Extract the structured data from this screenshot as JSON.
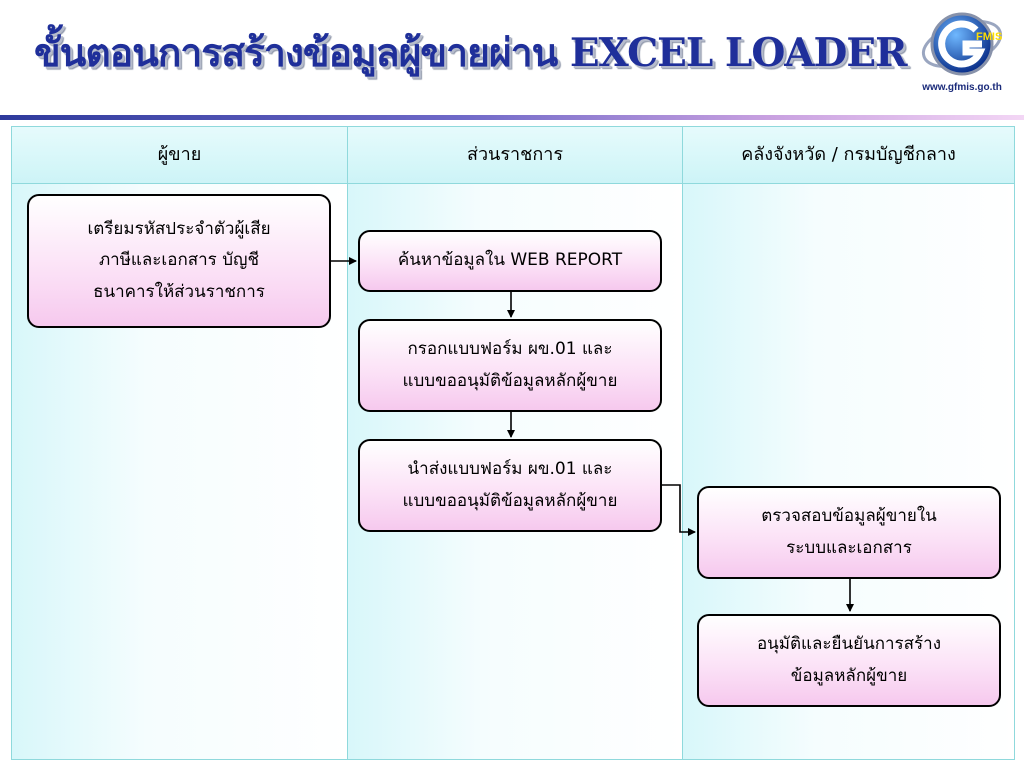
{
  "slide": {
    "title": "ขั้นตอนการสร้างข้อมูลผู้ขายผ่าน EXCEL LOADER",
    "logo_text": "FMIS",
    "logo_url": "www.gfmis.go.th"
  },
  "lanes": [
    {
      "label": "ผู้ขาย"
    },
    {
      "label": "ส่วนราชการ"
    },
    {
      "label": "คลังจังหวัด / กรมบัญชีกลาง"
    }
  ],
  "steps": {
    "prepare": "เตรียมรหัสประจำตัวผู้เสีย\nภาษีและเอกสาร บัญชี\nธนาคารให้ส่วนราชการ",
    "search": "ค้นหาข้อมูลใน WEB REPORT",
    "fill_form": "กรอกแบบฟอร์ม ผข.01 และ\nแบบขออนุมัติข้อมูลหลักผู้ขาย",
    "submit_form": "นำส่งแบบฟอร์ม ผข.01 และ\nแบบขออนุมัติข้อมูลหลักผู้ขาย",
    "verify": "ตรวจสอบข้อมูลผู้ขายใน\nระบบและเอกสาร",
    "approve": "อนุมัติและยืนยันการสร้าง\nข้อมูลหลักผู้ขาย"
  },
  "colors": {
    "title": "#1f2f9a",
    "node_fill": "#f6c9ee",
    "lane_fill": "#cdf4f7",
    "lane_border": "#8fd9dc"
  }
}
